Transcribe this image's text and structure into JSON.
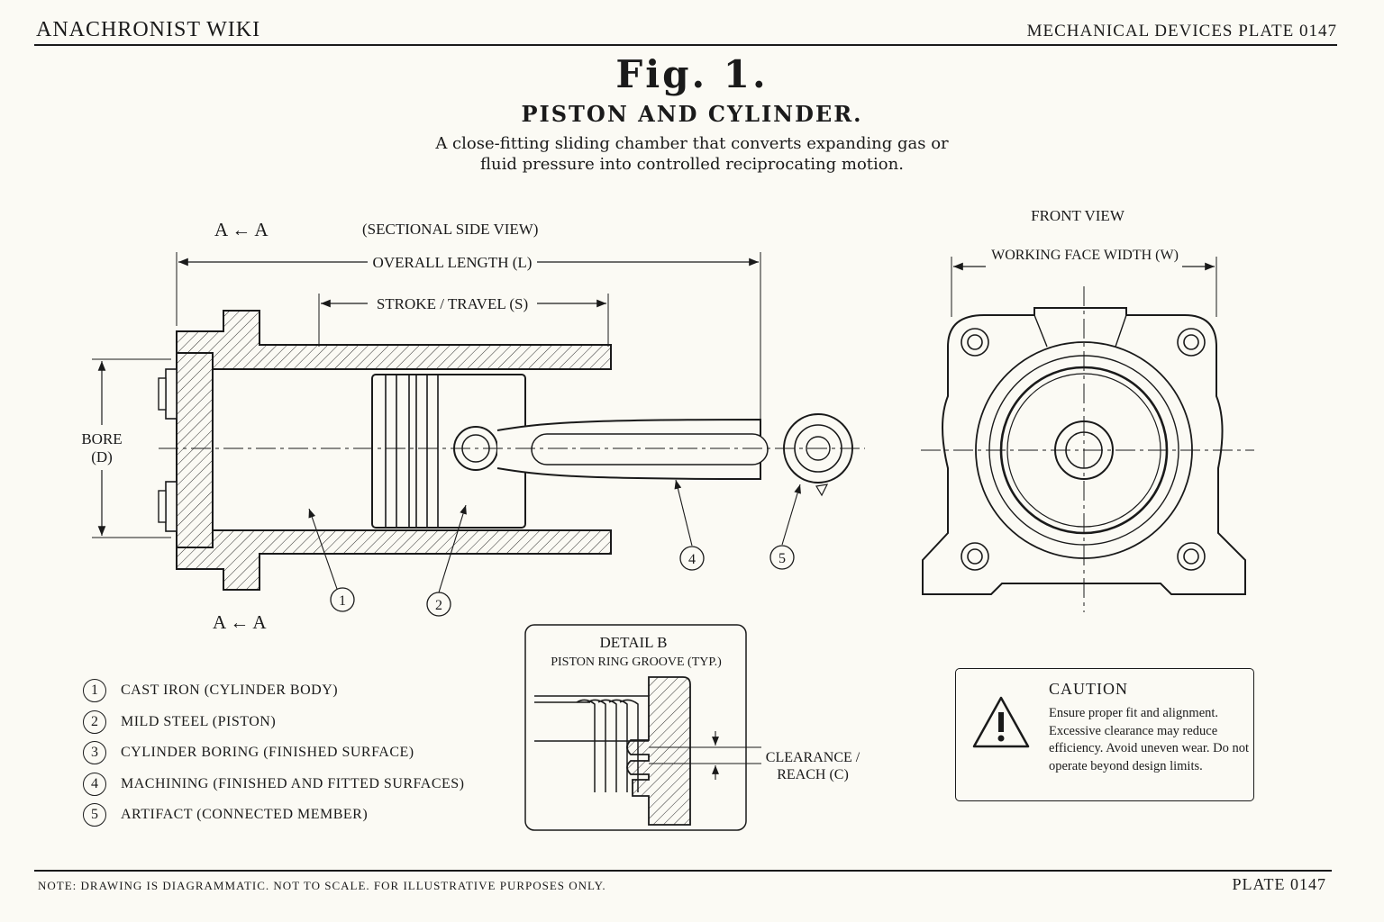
{
  "header": {
    "site_title": "ANACHRONIST WIKI",
    "plate_title": "MECHANICAL DEVICES PLATE 0147"
  },
  "figure": {
    "number": "Fig. 1.",
    "name": "PISTON AND CYLINDER.",
    "description": "A close-fitting sliding chamber that converts expanding gas or fluid pressure into controlled reciprocating motion."
  },
  "side_view": {
    "section_label_top": "A ← A",
    "section_label_bottom": "A ← A",
    "view_label": "(SECTIONAL SIDE VIEW)",
    "overall_length": "OVERALL LENGTH (L)",
    "stroke": "STROKE / TRAVEL (S)",
    "bore_line1": "BORE",
    "bore_line2": "(D)",
    "callouts": [
      "1",
      "2",
      "4",
      "5"
    ]
  },
  "front_view": {
    "label": "FRONT VIEW",
    "width_label": "WORKING FACE WIDTH (W)"
  },
  "detail_b": {
    "title": "DETAIL B",
    "subtitle": "PISTON RING GROOVE (TYP.)",
    "clearance_line1": "CLEARANCE /",
    "clearance_line2": "REACH (C)"
  },
  "legend": [
    {
      "num": "1",
      "text": "CAST IRON (CYLINDER BODY)"
    },
    {
      "num": "2",
      "text": "MILD STEEL (PISTON)"
    },
    {
      "num": "3",
      "text": "CYLINDER BORING (FINISHED SURFACE)"
    },
    {
      "num": "4",
      "text": "MACHINING (FINISHED AND FITTED SURFACES)"
    },
    {
      "num": "5",
      "text": "ARTIFACT (CONNECTED MEMBER)"
    }
  ],
  "caution": {
    "title": "CAUTION",
    "text": "Ensure proper fit and alignment. Excessive clearance may reduce efficiency. Avoid uneven wear. Do not operate beyond design limits."
  },
  "footer": {
    "note": "NOTE: DRAWING IS DIAGRAMMATIC. NOT TO SCALE. FOR ILLUSTRATIVE PURPOSES ONLY.",
    "plate": "PLATE 0147"
  }
}
